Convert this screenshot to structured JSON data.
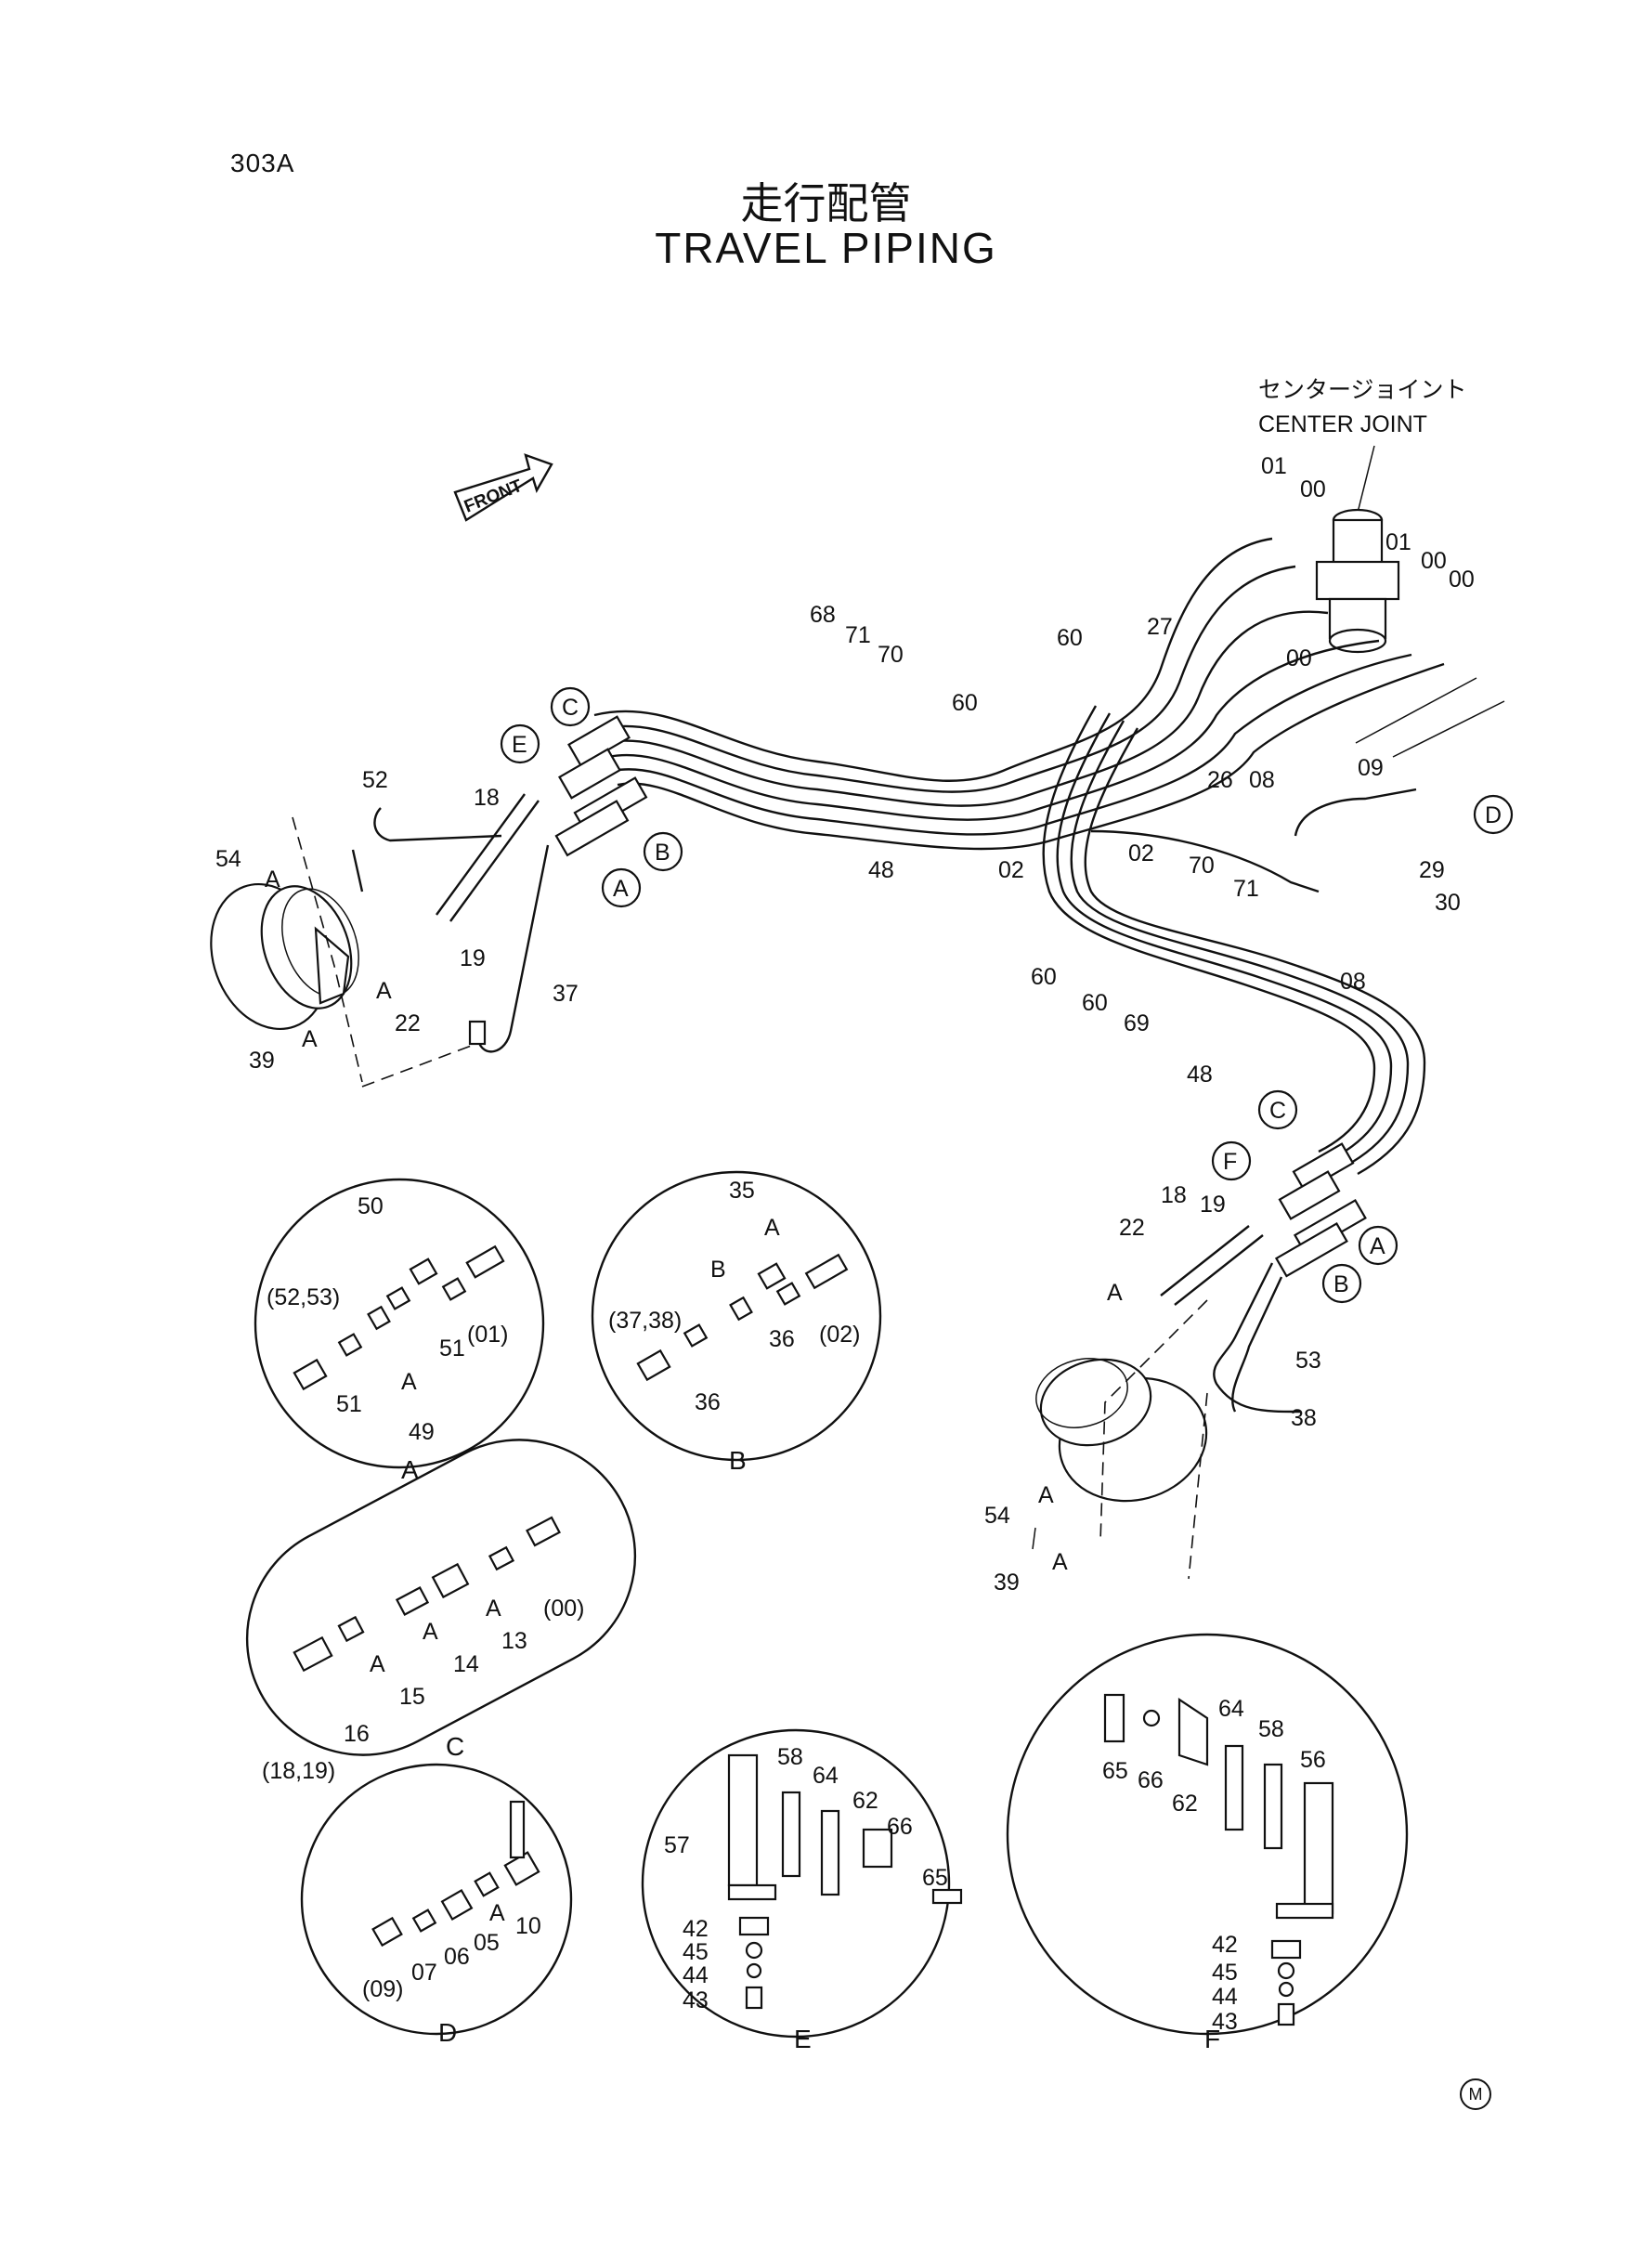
{
  "page_code": "303A",
  "title_jp": "走行配管",
  "title_en": "TRAVEL PIPING",
  "center_joint": {
    "jp": "センタージョイント",
    "en": "CENTER JOINT"
  },
  "front_label": "FRONT",
  "bottom_mark": "M",
  "callout_letters": {
    "a": "A",
    "b": "B",
    "c": "C",
    "d": "D",
    "e": "E",
    "f": "F"
  },
  "parts": {
    "p00": "00",
    "p01": "01",
    "p02": "02",
    "p05": "05",
    "p06": "06",
    "p07": "07",
    "p08": "08",
    "p09": "09",
    "p10": "10",
    "p13": "13",
    "p14": "14",
    "p15": "15",
    "p16": "16",
    "p18": "18",
    "p19": "19",
    "p22": "22",
    "p26": "26",
    "p27": "27",
    "p29": "29",
    "p30": "30",
    "p35": "35",
    "p36": "36",
    "p37": "37",
    "p38": "38",
    "p39": "39",
    "p42": "42",
    "p43": "43",
    "p44": "44",
    "p45": "45",
    "p48": "48",
    "p49": "49",
    "p50": "50",
    "p51": "51",
    "p52": "52",
    "p53": "53",
    "p54": "54",
    "p56": "56",
    "p57": "57",
    "p58": "58",
    "p60": "60",
    "p62": "62",
    "p64": "64",
    "p65": "65",
    "p66": "66",
    "p68": "68",
    "p69": "69",
    "p70": "70",
    "p71": "71"
  },
  "refs": {
    "r52_53": "(52,53)",
    "r01": "(01)",
    "r37_38": "(37,38)",
    "r02": "(02)",
    "r00": "(00)",
    "r18_19": "(18,19)",
    "r09": "(09)"
  }
}
